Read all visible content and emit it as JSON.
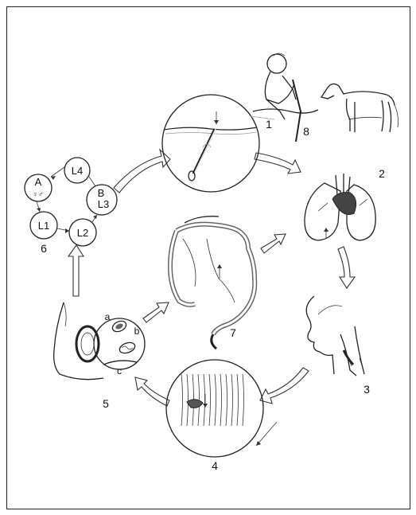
{
  "labels": {
    "stage_1": "1",
    "stage_2": "2",
    "stage_3": "3",
    "stage_4": "4",
    "stage_5": "5",
    "stage_6": "6",
    "stage_7": "7",
    "stage_8": "8"
  },
  "egg_labels": {
    "a": "a",
    "b": "b",
    "c": "c"
  },
  "cycle": {
    "A": "A",
    "A_sub": "♀♂",
    "L4": "L4",
    "B": "B",
    "L3": "L3",
    "L1": "L1",
    "L2": "L2"
  }
}
